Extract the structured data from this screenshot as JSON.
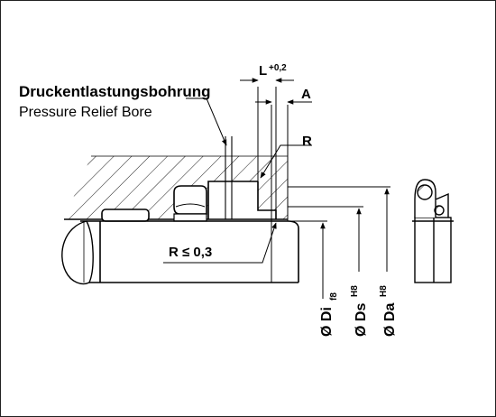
{
  "labels": {
    "bore_title_de": "Druckentlastungsbohrung",
    "bore_title_en": "Pressure Relief Bore",
    "dim_L": "L",
    "dim_L_tol": "+0,2",
    "dim_A": "A",
    "dim_R": "R",
    "radius_note": "R ≤ 0,3",
    "dia_di": {
      "sym": "Ø Di",
      "tol": "f8"
    },
    "dia_ds": {
      "sym": "Ø Ds",
      "tol": "H8"
    },
    "dia_da": {
      "sym": "Ø Da",
      "tol": "H8"
    }
  }
}
